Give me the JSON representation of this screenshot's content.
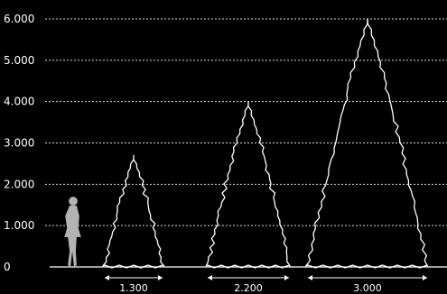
{
  "chart_data": {
    "type": "diagram",
    "y_ticks": [
      "6.000",
      "5.000",
      "4.000",
      "3.000",
      "2.000",
      "1.000",
      "0"
    ],
    "y_values": [
      6000,
      5000,
      4000,
      3000,
      2000,
      1000,
      0
    ],
    "ylim": [
      0,
      6000
    ],
    "grid": true,
    "trees": [
      {
        "height": 2700,
        "width_label": "1.300"
      },
      {
        "height": 4000,
        "width_label": "2.200"
      },
      {
        "height": 6000,
        "width_label": "3.000"
      }
    ],
    "person_height": 1700
  },
  "colors": {
    "background": "#000000",
    "line": "#ffffff",
    "person": "#b3b3b3"
  }
}
